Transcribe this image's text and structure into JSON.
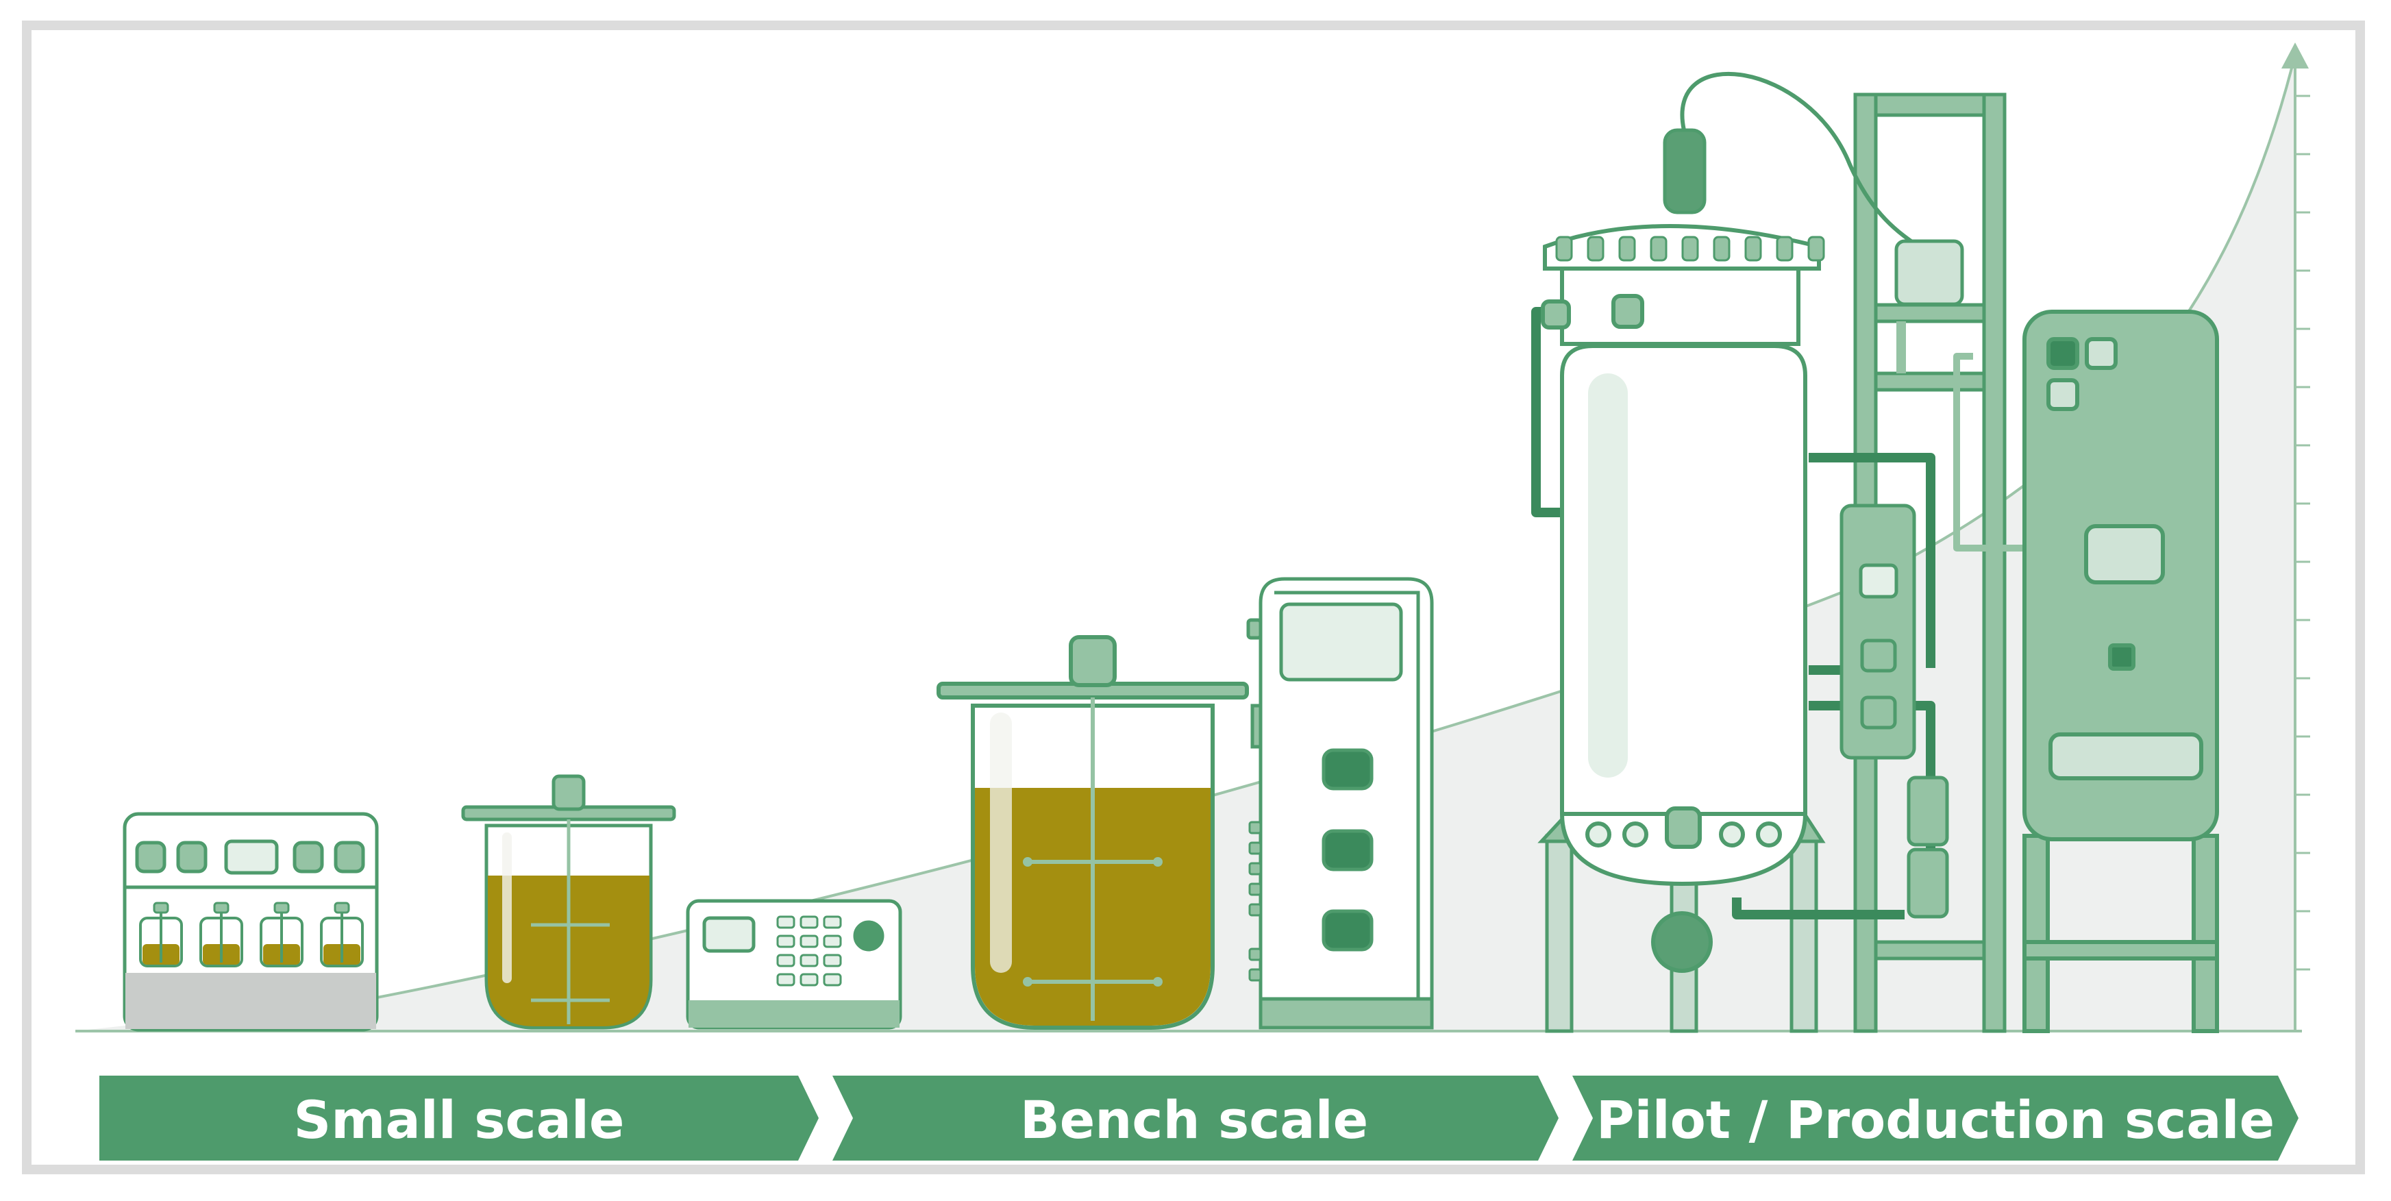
{
  "stages": [
    {
      "label": "Small scale"
    },
    {
      "label": "Bench scale"
    },
    {
      "label": "Pilot / Production scale"
    }
  ],
  "colors": {
    "accent": "#4e9b6c",
    "accent_dark": "#3b8a5c",
    "light_green": "#95c3a4",
    "pale_green": "#e4f0e8",
    "culture": "#a48f10",
    "curve_fill": "#eef0ef",
    "frame": "#dcdcdc"
  }
}
